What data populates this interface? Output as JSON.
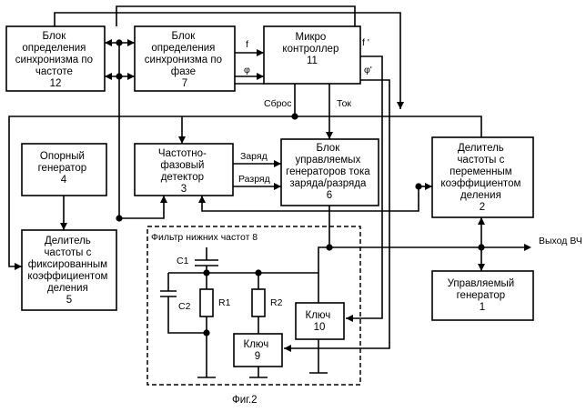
{
  "blocks": {
    "freq_sync": {
      "lines": [
        "Блок",
        "определения",
        "синхронизма по",
        "частоте",
        "12"
      ]
    },
    "phase_sync": {
      "lines": [
        "Блок",
        "определения",
        "синхронизма по",
        "фазе",
        "7"
      ]
    },
    "mcu": {
      "lines": [
        "Микро",
        "контроллер",
        "11"
      ]
    },
    "ref_gen": {
      "lines": [
        "Опорный",
        "генератор",
        "4"
      ]
    },
    "pfd": {
      "lines": [
        "Частотно-",
        "фазовый",
        "детектор",
        "3"
      ]
    },
    "charge_pump": {
      "lines": [
        "Блок",
        "управляемых",
        "генераторов тока",
        "заряда/разряда",
        "6"
      ]
    },
    "var_divider": {
      "lines": [
        "Делитель",
        "частоты с",
        "переменным",
        "коэффициентом",
        "деления",
        "2"
      ]
    },
    "fixed_divider": {
      "lines": [
        "Делитель",
        "частоты с",
        "фиксированным",
        "коэффициентом",
        "деления",
        "5"
      ]
    },
    "vco": {
      "lines": [
        "Управляемый",
        "генератор",
        "1"
      ]
    },
    "key10": {
      "lines": [
        "Ключ",
        "10"
      ]
    },
    "key9": {
      "lines": [
        "Ключ",
        "9"
      ]
    }
  },
  "labels": {
    "f": "f",
    "phi": "φ",
    "f_prime": "f '",
    "phi_prime": "φ'",
    "reset": "Сброс",
    "current": "Ток",
    "charge": "Заряд",
    "discharge": "Разряд",
    "output": "Выход ВЧ",
    "filter": "Фильтр нижних частот 8",
    "c1": "C1",
    "c2": "C2",
    "r1": "R1",
    "r2": "R2"
  },
  "caption": "Фиг.2"
}
